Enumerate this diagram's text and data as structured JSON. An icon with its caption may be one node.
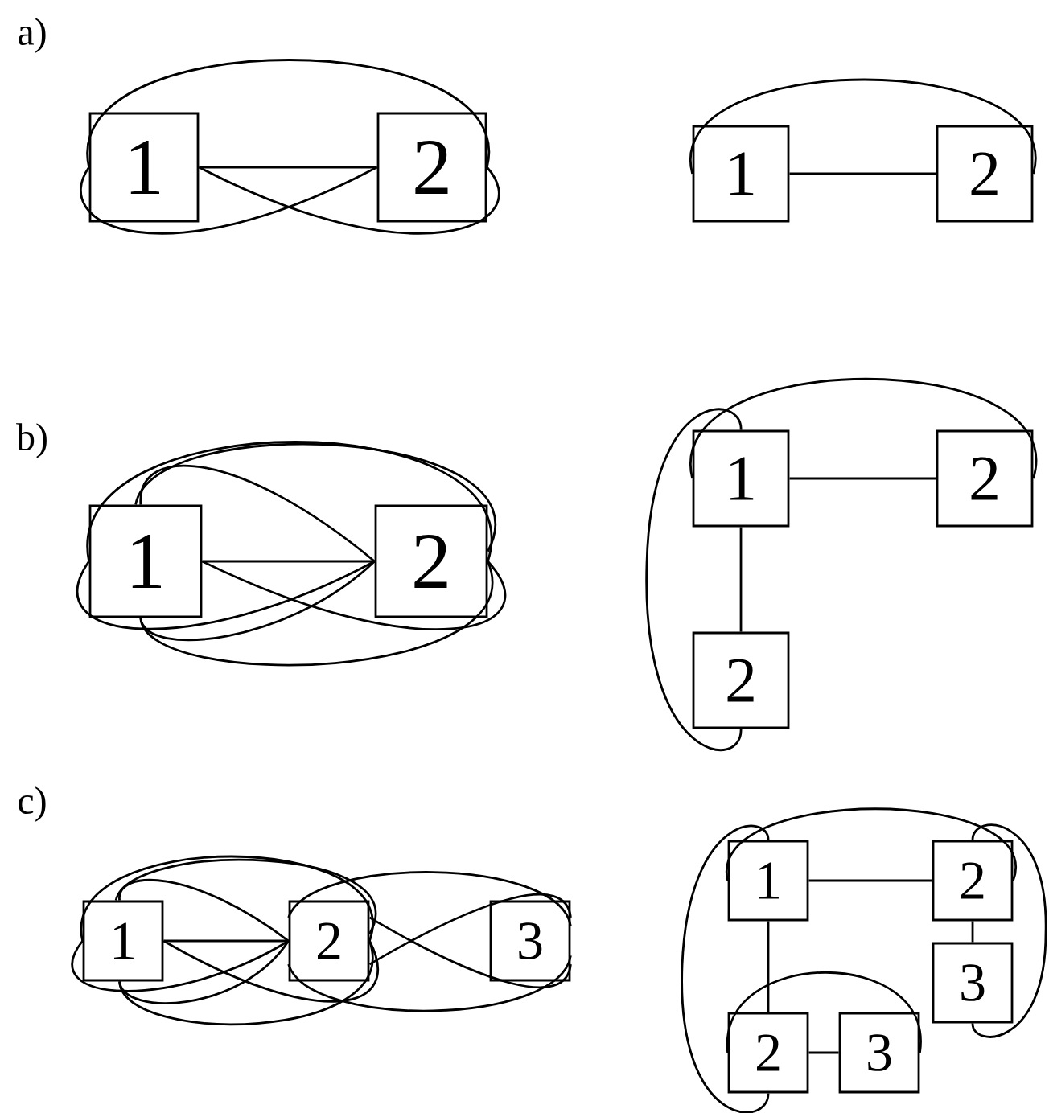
{
  "diagram": {
    "nodes": [
      {
        "text": [
          "1"
        ]
      },
      {
        "text": [
          "2"
        ]
      },
      {
        "text": [
          "1"
        ]
      },
      {
        "text": [
          "2"
        ]
      },
      {
        "text": [
          "1"
        ]
      },
      {
        "text": [
          "2"
        ]
      },
      {
        "text": [
          "1"
        ]
      },
      {
        "text": [
          "2"
        ]
      },
      {
        "text": [
          "2"
        ]
      },
      {
        "text": [
          "1"
        ]
      },
      {
        "text": [
          "2"
        ]
      },
      {
        "text": [
          "3"
        ]
      },
      {
        "text": [
          "1"
        ]
      },
      {
        "text": [
          "2"
        ]
      },
      {
        "text": [
          "3"
        ]
      },
      {
        "text": [
          "2"
        ]
      },
      {
        "text": [
          "3"
        ]
      }
    ],
    "edges": [
      {
        "from": 0,
        "to": 1,
        "arrow": "none"
      },
      {
        "from": 0,
        "to": 1,
        "arrow": "none"
      },
      {
        "from": 0,
        "to": 1,
        "arrow": "none"
      },
      {
        "from": 0,
        "to": 1,
        "arrow": "none"
      },
      {
        "from": 2,
        "to": 3,
        "arrow": "none"
      },
      {
        "from": 2,
        "to": 3,
        "arrow": "none"
      },
      {
        "from": 4,
        "to": 5,
        "arrow": "none"
      },
      {
        "from": 4,
        "to": 5,
        "arrow": "none"
      },
      {
        "from": 4,
        "to": 5,
        "arrow": "none"
      },
      {
        "from": 4,
        "to": 5,
        "arrow": "none"
      },
      {
        "from": 4,
        "to": 5,
        "arrow": "none"
      },
      {
        "from": 4,
        "to": 5,
        "arrow": "none"
      },
      {
        "from": 4,
        "to": 5,
        "arrow": "none"
      },
      {
        "from": 4,
        "to": 5,
        "arrow": "none"
      },
      {
        "from": 6,
        "to": 7,
        "arrow": "none"
      },
      {
        "from": 6,
        "to": 8,
        "arrow": "none"
      },
      {
        "from": 6,
        "to": 7,
        "arrow": "none"
      },
      {
        "from": 6,
        "to": 8,
        "arrow": "none"
      },
      {
        "from": 9,
        "to": 10,
        "arrow": "none"
      },
      {
        "from": 9,
        "to": 10,
        "arrow": "none"
      },
      {
        "from": 9,
        "to": 10,
        "arrow": "none"
      },
      {
        "from": 9,
        "to": 10,
        "arrow": "none"
      },
      {
        "from": 9,
        "to": 10,
        "arrow": "none"
      },
      {
        "from": 9,
        "to": 10,
        "arrow": "none"
      },
      {
        "from": 9,
        "to": 10,
        "arrow": "none"
      },
      {
        "from": 9,
        "to": 10,
        "arrow": "none"
      },
      {
        "from": 10,
        "to": 11,
        "arrow": "none"
      },
      {
        "from": 10,
        "to": 11,
        "arrow": "none"
      },
      {
        "from": 10,
        "to": 11,
        "arrow": "none"
      },
      {
        "from": 10,
        "to": 11,
        "arrow": "none"
      },
      {
        "from": 12,
        "to": 13,
        "arrow": "none"
      },
      {
        "from": 13,
        "to": 14,
        "arrow": "none"
      },
      {
        "from": 12,
        "to": 15,
        "arrow": "none"
      },
      {
        "from": 15,
        "to": 16,
        "arrow": "none"
      },
      {
        "from": 12,
        "to": 13,
        "arrow": "none"
      },
      {
        "from": 12,
        "to": 15,
        "arrow": "none"
      },
      {
        "from": 13,
        "to": 14,
        "arrow": "none"
      },
      {
        "from": 15,
        "to": 16,
        "arrow": "none"
      }
    ],
    "labels": [
      "a)",
      "b)",
      "c)"
    ]
  }
}
